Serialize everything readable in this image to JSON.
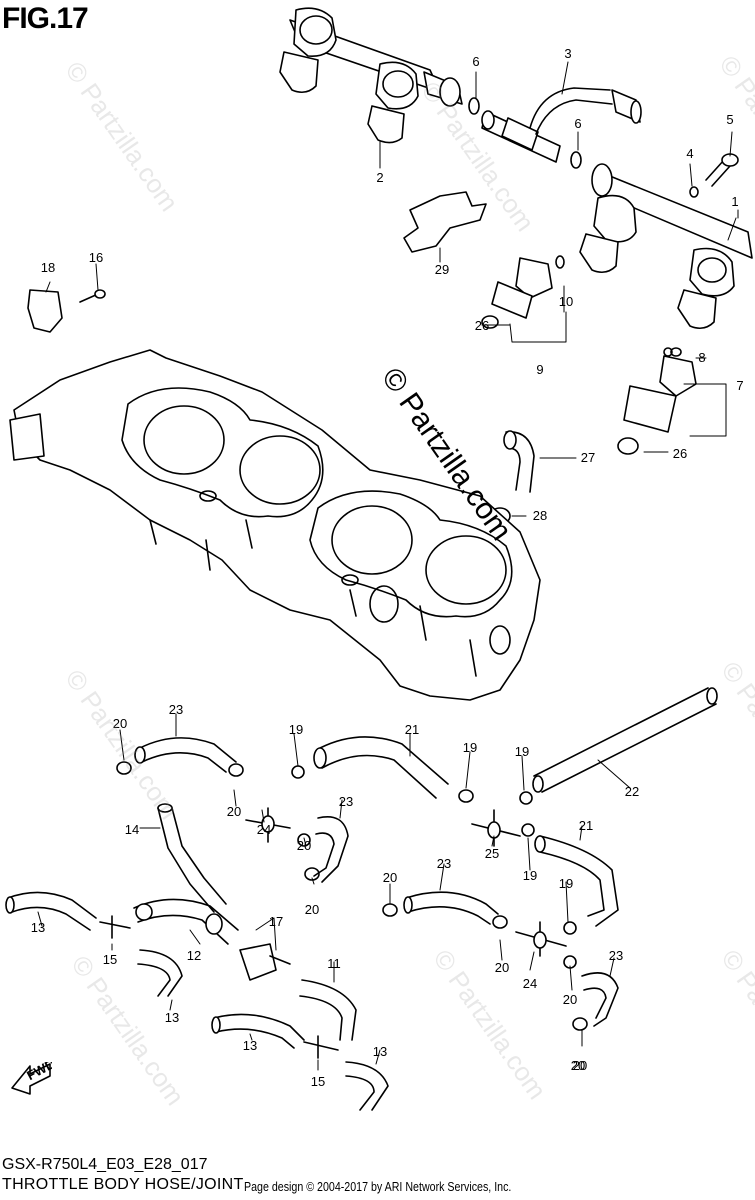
{
  "figure": {
    "title": "FIG.17",
    "model_code": "GSX-R750L4_E03_E28_017",
    "name": "THROTTLE BODY HOSE/JOINT",
    "copyright": "Page design © 2004-2017 by ARI Network Services, Inc.",
    "watermark": "© Partzilla.com",
    "fwd_label": "FWD"
  },
  "callouts": [
    {
      "num": "1"
    },
    {
      "num": "2"
    },
    {
      "num": "3"
    },
    {
      "num": "4"
    },
    {
      "num": "5"
    },
    {
      "num": "6"
    },
    {
      "num": "6"
    },
    {
      "num": "7"
    },
    {
      "num": "8"
    },
    {
      "num": "9"
    },
    {
      "num": "10"
    },
    {
      "num": "11"
    },
    {
      "num": "12"
    },
    {
      "num": "13"
    },
    {
      "num": "13"
    },
    {
      "num": "13"
    },
    {
      "num": "13"
    },
    {
      "num": "14"
    },
    {
      "num": "15"
    },
    {
      "num": "15"
    },
    {
      "num": "16"
    },
    {
      "num": "17"
    },
    {
      "num": "18"
    },
    {
      "num": "19"
    },
    {
      "num": "19"
    },
    {
      "num": "19"
    },
    {
      "num": "19"
    },
    {
      "num": "19"
    },
    {
      "num": "20"
    },
    {
      "num": "20"
    },
    {
      "num": "20"
    },
    {
      "num": "20"
    },
    {
      "num": "20"
    },
    {
      "num": "20"
    },
    {
      "num": "20"
    },
    {
      "num": "20"
    },
    {
      "num": "20"
    },
    {
      "num": "21"
    },
    {
      "num": "21"
    },
    {
      "num": "22"
    },
    {
      "num": "23"
    },
    {
      "num": "23"
    },
    {
      "num": "23"
    },
    {
      "num": "23"
    },
    {
      "num": "24"
    },
    {
      "num": "24"
    },
    {
      "num": "25"
    },
    {
      "num": "26"
    },
    {
      "num": "26"
    },
    {
      "num": "27"
    },
    {
      "num": "28"
    },
    {
      "num": "29"
    }
  ]
}
